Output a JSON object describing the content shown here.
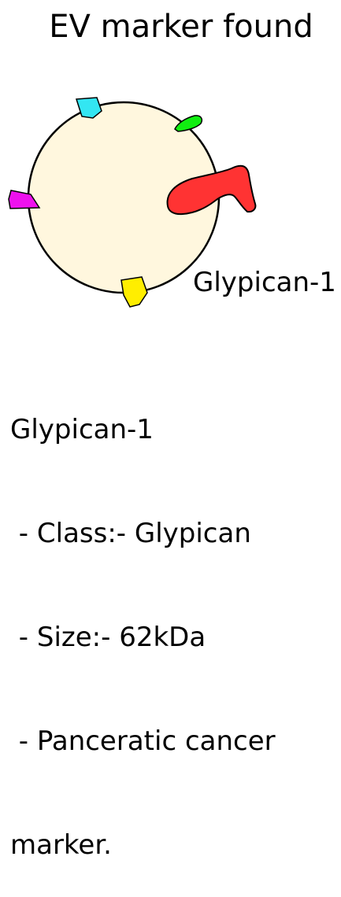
{
  "title": "EV marker found",
  "marker_label": "Glypican-1",
  "info": {
    "name": "Glypican-1",
    "class_line": " - Class:- Glypican",
    "size_line": " - Size:- 62kDa",
    "note_line1": " - Panceratic cancer",
    "note_line2": "marker."
  },
  "colors": {
    "vesicle_fill": "#fff7de",
    "highlight_marker": "#ff3333",
    "cyan_protein": "#33e6f2",
    "green_protein": "#11ee11",
    "magenta_protein": "#ee11ee",
    "yellow_protein": "#ffee00"
  },
  "icons": [
    "vesicle-circle",
    "cyan-protein-shape",
    "green-protein-shape",
    "magenta-protein-shape",
    "yellow-protein-shape",
    "glypican-marker-shape"
  ]
}
